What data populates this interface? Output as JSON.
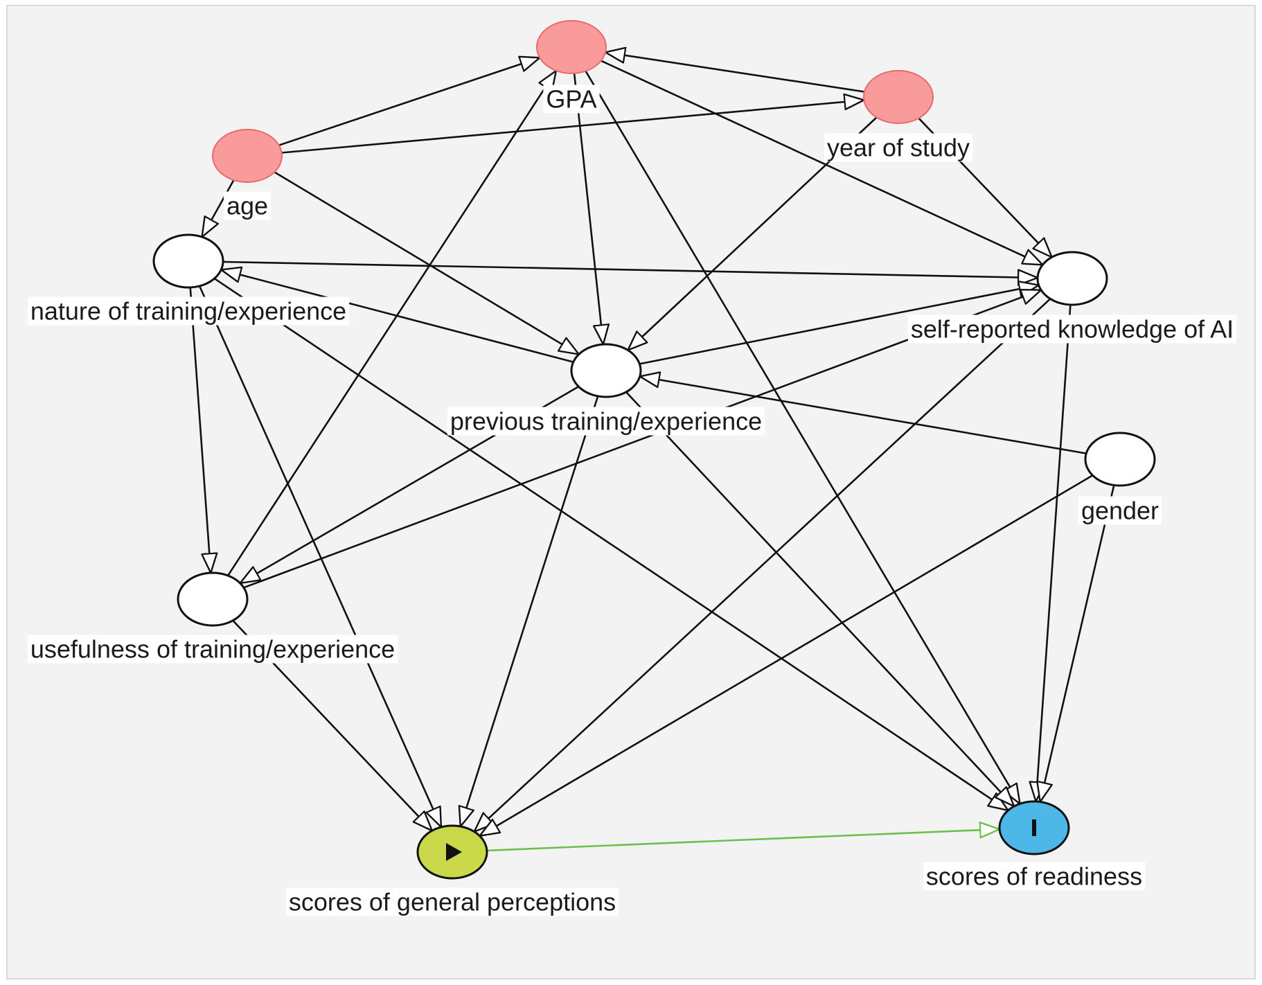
{
  "colors": {
    "background": "#f3f3f3",
    "frame": "#d8d8d8",
    "adjusted_node": "#f99b9b",
    "latent_node": "#ffffff",
    "exposure_node": "#c9d94a",
    "outcome_node": "#4db8e8",
    "edge": "#111111",
    "causal_edge": "#6cbf4a"
  },
  "nodes": [
    {
      "id": "gpa",
      "label": "GPA",
      "type": "adjusted"
    },
    {
      "id": "year",
      "label": "year of study",
      "type": "adjusted"
    },
    {
      "id": "age",
      "label": "age",
      "type": "adjusted"
    },
    {
      "id": "nature",
      "label": "nature of training/experience",
      "type": "latent"
    },
    {
      "id": "knowledge",
      "label": "self-reported knowledge of AI",
      "type": "latent"
    },
    {
      "id": "previous",
      "label": "previous training/experience",
      "type": "latent"
    },
    {
      "id": "gender",
      "label": "gender",
      "type": "latent"
    },
    {
      "id": "usefulness",
      "label": "usefulness of training/experience",
      "type": "latent"
    },
    {
      "id": "perceptions",
      "label": "scores of general perceptions",
      "type": "exposure",
      "icon": "play-icon"
    },
    {
      "id": "readiness",
      "label": "scores of readiness",
      "type": "outcome",
      "icon": "bar-icon"
    }
  ],
  "edges": [
    {
      "from": "year",
      "to": "gpa"
    },
    {
      "from": "age",
      "to": "gpa"
    },
    {
      "from": "age",
      "to": "year"
    },
    {
      "from": "age",
      "to": "nature"
    },
    {
      "from": "age",
      "to": "previous"
    },
    {
      "from": "gpa",
      "to": "knowledge"
    },
    {
      "from": "gpa",
      "to": "previous"
    },
    {
      "from": "gpa",
      "to": "readiness"
    },
    {
      "from": "year",
      "to": "knowledge"
    },
    {
      "from": "year",
      "to": "previous"
    },
    {
      "from": "nature",
      "to": "knowledge"
    },
    {
      "from": "nature",
      "to": "usefulness"
    },
    {
      "from": "nature",
      "to": "perceptions"
    },
    {
      "from": "nature",
      "to": "readiness"
    },
    {
      "from": "previous",
      "to": "nature"
    },
    {
      "from": "previous",
      "to": "knowledge"
    },
    {
      "from": "previous",
      "to": "usefulness"
    },
    {
      "from": "previous",
      "to": "perceptions"
    },
    {
      "from": "previous",
      "to": "readiness"
    },
    {
      "from": "usefulness",
      "to": "gpa"
    },
    {
      "from": "usefulness",
      "to": "knowledge"
    },
    {
      "from": "usefulness",
      "to": "perceptions"
    },
    {
      "from": "knowledge",
      "to": "perceptions"
    },
    {
      "from": "knowledge",
      "to": "readiness"
    },
    {
      "from": "gender",
      "to": "previous"
    },
    {
      "from": "gender",
      "to": "perceptions"
    },
    {
      "from": "gender",
      "to": "readiness"
    },
    {
      "from": "perceptions",
      "to": "readiness",
      "causal": true
    }
  ]
}
